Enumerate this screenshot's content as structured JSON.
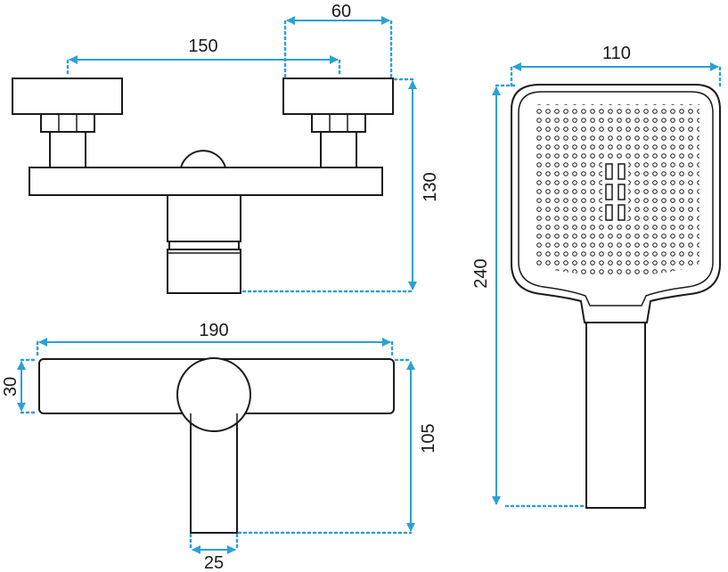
{
  "colors": {
    "outline": "#1a1a1a",
    "dimension": "#2ba1d6",
    "background": "#ffffff"
  },
  "dimensions": {
    "mixer_front_spacing": "150",
    "mixer_front_handle_width": "60",
    "mixer_front_height": "130",
    "mixer_top_width": "190",
    "mixer_top_body_depth": "30",
    "mixer_top_depth": "105",
    "mixer_top_spout_width": "25",
    "handshower_width": "110",
    "handshower_height": "240"
  }
}
